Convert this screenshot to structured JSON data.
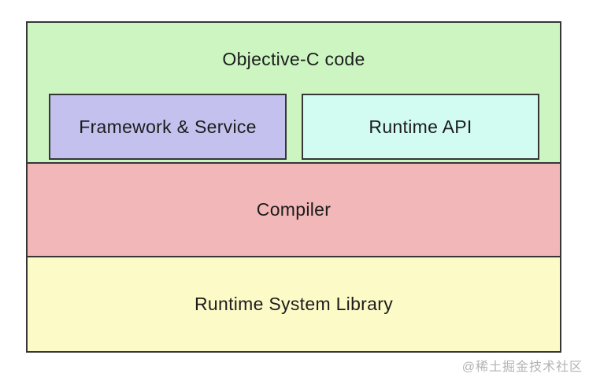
{
  "diagram": {
    "outer_layer": {
      "label": "Objective-C code",
      "bg": "#ccf5c2"
    },
    "inner_boxes": [
      {
        "label": "Framework & Service",
        "bg": "#c4c1ee"
      },
      {
        "label": "Runtime API",
        "bg": "#d2fbf2"
      }
    ],
    "layers": [
      {
        "label": "Compiler",
        "bg": "#f2b7b8"
      },
      {
        "label": "Runtime System Library",
        "bg": "#fcfac6"
      }
    ],
    "border_color": "#363636",
    "text_color": "#1c1c1c"
  },
  "watermark": {
    "text": "@稀土掘金技术社区",
    "color": "#b3b3b3"
  }
}
